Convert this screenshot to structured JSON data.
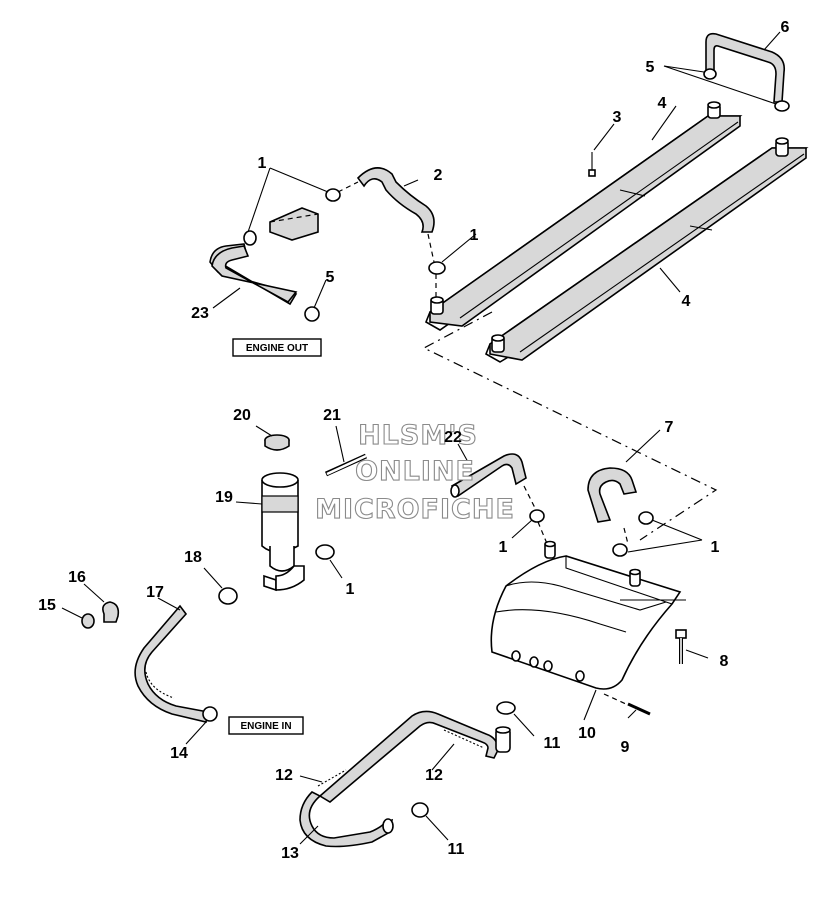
{
  "diagram": {
    "callouts": {
      "c1a": "1",
      "c1b": "1",
      "c1c": "1",
      "c1d": "1",
      "c1e": "1",
      "c2": "2",
      "c3": "3",
      "c4a": "4",
      "c4b": "4",
      "c5a": "5",
      "c5b": "5",
      "c6": "6",
      "c7": "7",
      "c8": "8",
      "c9": "9",
      "c10": "10",
      "c11a": "11",
      "c11b": "11",
      "c12a": "12",
      "c12b": "12",
      "c13": "13",
      "c14": "14",
      "c15": "15",
      "c16": "16",
      "c17": "17",
      "c18": "18",
      "c19": "19",
      "c20": "20",
      "c21": "21",
      "c22": "22",
      "c23": "23"
    },
    "labels": {
      "engine_out": "ENGINE OUT",
      "engine_in": "ENGINE IN"
    },
    "watermark": {
      "line1": "HLSM'S",
      "line2": "ONLINE",
      "line3": "MICROFICHE"
    }
  }
}
